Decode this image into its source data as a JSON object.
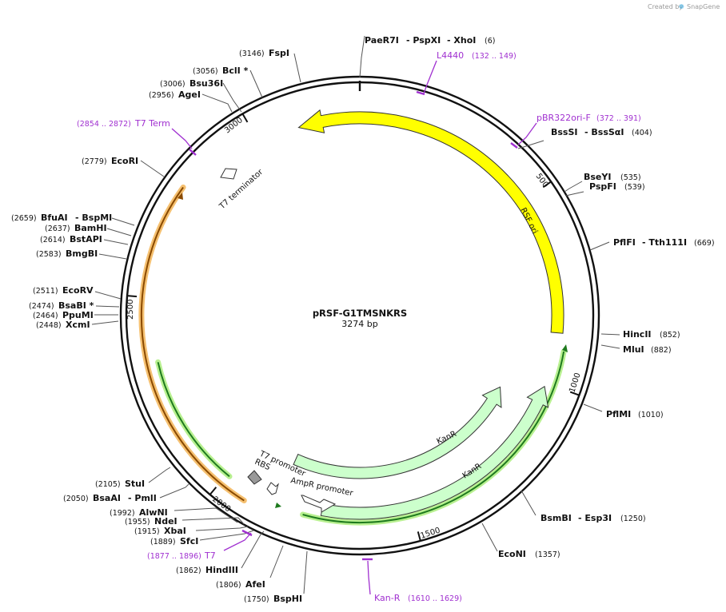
{
  "credit": {
    "text": "Created by",
    "brand": "SnapGene"
  },
  "plasmid": {
    "name": "pRSF-G1TMSNKRS",
    "size_label": "3274 bp"
  },
  "ticks": [
    "500",
    "1000",
    "1500",
    "2000",
    "2500",
    "3000"
  ],
  "sites": [
    {
      "id": "paer7i",
      "names": [
        "PaeR7I",
        "- PspXI",
        "- XhoI"
      ],
      "pos": "(6)"
    },
    {
      "id": "bsssi",
      "names": [
        "BssSI",
        "- BssSαI"
      ],
      "pos": "(404)"
    },
    {
      "id": "bseyi",
      "names": [
        "BseYI"
      ],
      "pos": "(535)"
    },
    {
      "id": "pspfi",
      "names": [
        "PspFI"
      ],
      "pos": "(539)"
    },
    {
      "id": "pflfi",
      "names": [
        "PflFI",
        "- Tth111I"
      ],
      "pos": "(669)"
    },
    {
      "id": "hincii",
      "names": [
        "HincII"
      ],
      "pos": "(852)"
    },
    {
      "id": "mlui",
      "names": [
        "MluI"
      ],
      "pos": "(882)"
    },
    {
      "id": "pflmi",
      "names": [
        "PflMI"
      ],
      "pos": "(1010)"
    },
    {
      "id": "bsmbi",
      "names": [
        "BsmBI",
        "- Esp3I"
      ],
      "pos": "(1250)"
    },
    {
      "id": "econi",
      "names": [
        "EcoNI"
      ],
      "pos": "(1357)"
    },
    {
      "id": "bsphi",
      "names": [
        "BspHI"
      ],
      "pos": "(1750)"
    },
    {
      "id": "afei",
      "names": [
        "AfeI"
      ],
      "pos": "(1806)"
    },
    {
      "id": "hindiii",
      "names": [
        "HindIII"
      ],
      "pos": "(1862)"
    },
    {
      "id": "sfci",
      "names": [
        "SfcI"
      ],
      "pos": "(1889)"
    },
    {
      "id": "xbai",
      "names": [
        "XbaI"
      ],
      "pos": "(1915)"
    },
    {
      "id": "ndei",
      "names": [
        "NdeI"
      ],
      "pos": "(1955)"
    },
    {
      "id": "alwni",
      "names": [
        "AlwNI"
      ],
      "pos": "(1992)"
    },
    {
      "id": "bsaai",
      "names": [
        "BsaAI",
        "- PmlI"
      ],
      "pos": "(2050)"
    },
    {
      "id": "stui",
      "names": [
        "StuI"
      ],
      "pos": "(2105)"
    },
    {
      "id": "xcmi",
      "names": [
        "XcmI"
      ],
      "pos": "(2448)"
    },
    {
      "id": "ppumi",
      "names": [
        "PpuMI"
      ],
      "pos": "(2464)"
    },
    {
      "id": "bsabi",
      "names": [
        "BsaBI *"
      ],
      "pos": "(2474)"
    },
    {
      "id": "ecorv",
      "names": [
        "EcoRV"
      ],
      "pos": "(2511)"
    },
    {
      "id": "bmgbi",
      "names": [
        "BmgBI"
      ],
      "pos": "(2583)"
    },
    {
      "id": "bstapi",
      "names": [
        "BstAPI"
      ],
      "pos": "(2614)"
    },
    {
      "id": "bamhi",
      "names": [
        "BamHI"
      ],
      "pos": "(2637)"
    },
    {
      "id": "bfuai",
      "names": [
        "BfuAI",
        "- BspMI"
      ],
      "pos": "(2659)"
    },
    {
      "id": "ecori",
      "names": [
        "EcoRI"
      ],
      "pos": "(2779)"
    },
    {
      "id": "agei",
      "names": [
        "AgeI"
      ],
      "pos": "(2956)"
    },
    {
      "id": "bsu36i",
      "names": [
        "Bsu36I"
      ],
      "pos": "(3006)"
    },
    {
      "id": "bcli",
      "names": [
        "BclI *"
      ],
      "pos": "(3056)"
    },
    {
      "id": "fspi",
      "names": [
        "FspI"
      ],
      "pos": "(3146)"
    }
  ],
  "primers": [
    {
      "id": "l4440",
      "name": "L4440",
      "range": "(132 .. 149)"
    },
    {
      "id": "pbr322ori",
      "name": "pBR322ori-F",
      "range": "(372 .. 391)"
    },
    {
      "id": "kanr-primer",
      "name": "Kan-R",
      "range": "(1610 .. 1629)"
    },
    {
      "id": "t7-primer",
      "name": "T7",
      "range": "(1877 .. 1896)"
    },
    {
      "id": "t7term-primer",
      "name": "T7 Term",
      "range": "(2854 .. 2872)"
    }
  ],
  "features": [
    {
      "id": "rsf-ori",
      "label": "RSF ori",
      "color": "#ffff00"
    },
    {
      "id": "kanr-inner",
      "label": "KanR",
      "color": "#ccffcc"
    },
    {
      "id": "kanr-outer",
      "label": "KanR",
      "color": "#ccffcc"
    },
    {
      "id": "t7-terminator",
      "label": "T7 terminator",
      "color": "#ffffff"
    },
    {
      "id": "t7-promoter",
      "label": "T7 promoter",
      "color": "#ffffff"
    },
    {
      "id": "rbs",
      "label": "RBS",
      "color": "#999999"
    },
    {
      "id": "ampr-promoter",
      "label": "AmpR promoter",
      "color": "#ffffff"
    }
  ],
  "colors": {
    "primer": "#a030d0",
    "orf_green": "#1e7a1e",
    "orf_green_glow": "#b8f090",
    "orf_orange": "#8a4a00",
    "orf_orange_glow": "#f5c070"
  }
}
